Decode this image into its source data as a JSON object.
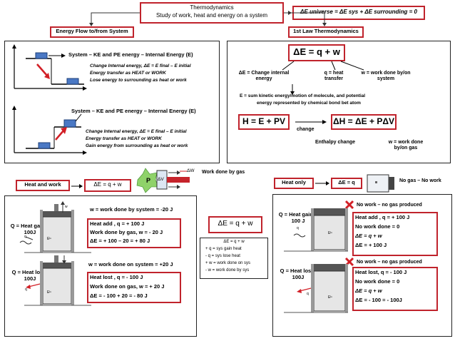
{
  "header": {
    "title_line1": "Thermodynamics",
    "title_line2": "Study of work, heat and energy on a system",
    "universe_eq": "ΔE universe = ΔE sys + ΔE surrounding = 0",
    "energy_flow": "Energy Flow to/from System",
    "first_law": "1st Law Thermodynamics"
  },
  "left_panel": {
    "top_title": "System – KE and PE energy – Internal Energy (E)",
    "top_l1": "Change Internal energy, ΔE = E final – E initial",
    "top_l2": "Energy transfer as HEAT or WORK",
    "top_l3": "Lose energy to surrounding as heat or work",
    "bot_title": "System – KE and PE energy – Internal Energy (E)",
    "bot_l1": "Change Internal energy, ΔE = E final – E initial",
    "bot_l2": "Energy transfer as HEAT or WORK",
    "bot_l3": "Gain energy from surrounding as heat or work"
  },
  "first_law_panel": {
    "eq": "ΔE = q + w",
    "de_label": "ΔE = Change internal energy",
    "q_label": "q = heat transfer",
    "w_label": "w = work done by/on system",
    "e_def1": "E = sum kinetic energy/motion of molecule, and potential",
    "e_def2": "energy represented by chemical bond bet atom",
    "h_eq": "H = E + PV",
    "change": "change",
    "dh_eq": "ΔH = ΔE + PΔV",
    "enthalpy": "Enthalpy change",
    "w_label2": "w = work done by/on gas"
  },
  "heat_work": {
    "label": "Heat and work",
    "eq": "ΔE = q + w",
    "work_by_gas": "Work done by gas",
    "p": "P",
    "dv": "ΔV",
    "dw": "ΔW",
    "case1_q": "Q = Heat gain + 100J",
    "case1_w": "w = work done by system = -20 J",
    "case1_box": [
      "Heat add , q = + 100 J",
      "Work done by gas, w = - 20 J",
      "ΔE = + 100 – 20 = + 80 J"
    ],
    "case2_q": "Q = Heat lost - 100J",
    "case2_w": "w = work done on system = +20 J",
    "case2_box": [
      "Heat lost , q = - 100 J",
      "Work done on gas, w = + 20 J",
      "ΔE = - 100 + 20 = - 80 J"
    ]
  },
  "middle": {
    "eq": "ΔE = q + w",
    "lines": [
      "ΔE = q + w",
      "+ q = sys gain heat",
      "- q = sys lose heat",
      "+ w = work done on sys",
      "- w = work done by sys"
    ]
  },
  "heat_only": {
    "label": "Heat only",
    "eq": "ΔE = q",
    "no_gas": "No gas – No work",
    "case1_q": "Q = Heat gain + 100 J",
    "case1_note": "No work – no gas produced",
    "case1_box": [
      "Heat add , q = + 100 J",
      "No work done = 0",
      "ΔE = q + w",
      "ΔE = + 100 J"
    ],
    "case2_q": "Q = Heat lost - 100J",
    "case2_note": "No work – no gas produced",
    "case2_box": [
      "Heat lost, q = - 100 J",
      "No work done = 0",
      "ΔE = q + w",
      "ΔE = - 100 = - 100J"
    ]
  },
  "small_labels": {
    "q": "q",
    "w": "w",
    "ein": "Eᴵⁿ"
  },
  "colors": {
    "accent": "#c0232c",
    "block": "#4a78c4",
    "arrow": "#d21f26"
  }
}
